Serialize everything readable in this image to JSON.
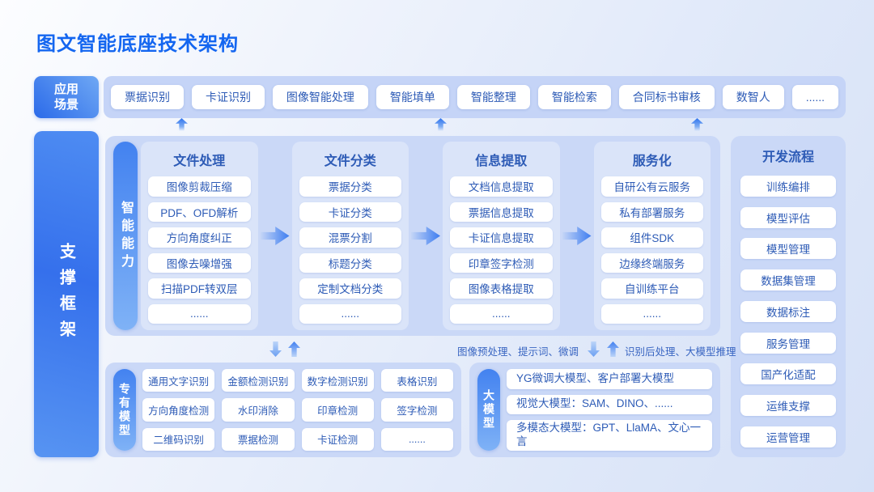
{
  "page": {
    "title": "图文智能底座技术架构"
  },
  "app_scenarios": {
    "label": "应用场景",
    "items": [
      "票据识别",
      "卡证识别",
      "图像智能处理",
      "智能填单",
      "智能整理",
      "智能检索",
      "合同标书审核",
      "数智人",
      "......"
    ]
  },
  "support_frame": {
    "label": "支撑框架"
  },
  "capabilities": {
    "label": "智能能力",
    "col_file_processing": {
      "title": "文件处理",
      "items": [
        "图像剪裁压缩",
        "PDF、OFD解析",
        "方向角度纠正",
        "图像去噪增强",
        "扫描PDF转双层",
        "......"
      ]
    },
    "col_file_classification": {
      "title": "文件分类",
      "items": [
        "票据分类",
        "卡证分类",
        "混票分割",
        "标题分类",
        "定制文档分类",
        "......"
      ]
    },
    "col_info_extraction": {
      "title": "信息提取",
      "items": [
        "文档信息提取",
        "票据信息提取",
        "卡证信息提取",
        "印章签字检测",
        "图像表格提取",
        "......"
      ]
    },
    "col_servitization": {
      "title": "服务化",
      "items": [
        "自研公有云服务",
        "私有部署服务",
        "组件SDK",
        "边缘终端服务",
        "自训练平台",
        "......"
      ]
    }
  },
  "dev_process": {
    "title": "开发流程",
    "items": [
      "训练编排",
      "模型评估",
      "模型管理",
      "数据集管理",
      "数据标注",
      "服务管理",
      "国产化适配",
      "运维支撑",
      "运营管理"
    ]
  },
  "connectors": {
    "left_label": "图像预处理、提示词、微调",
    "right_label": "识别后处理、大模型推理"
  },
  "proprietary_models": {
    "label": "专有模型",
    "items": [
      "通用文字识别",
      "金额检测识别",
      "数字检测识别",
      "表格识别",
      "方向角度检测",
      "水印消除",
      "印章检测",
      "签字检测",
      "二维码识别",
      "票据检测",
      "卡证检测",
      "......"
    ]
  },
  "large_models": {
    "label": "大模型",
    "items": [
      "YG微调大模型、客户部署大模型",
      "视觉大模型：SAM、DINO、......",
      "多模态大模型：GPT、LlaMA、文心一言"
    ]
  },
  "colors": {
    "title_blue": "#1466f0",
    "accent_gradient_start": "#2b6ae9",
    "accent_gradient_end": "#6fa8f4",
    "panel_blue": "#cad8f7",
    "text_blue": "#2d5bb6"
  }
}
